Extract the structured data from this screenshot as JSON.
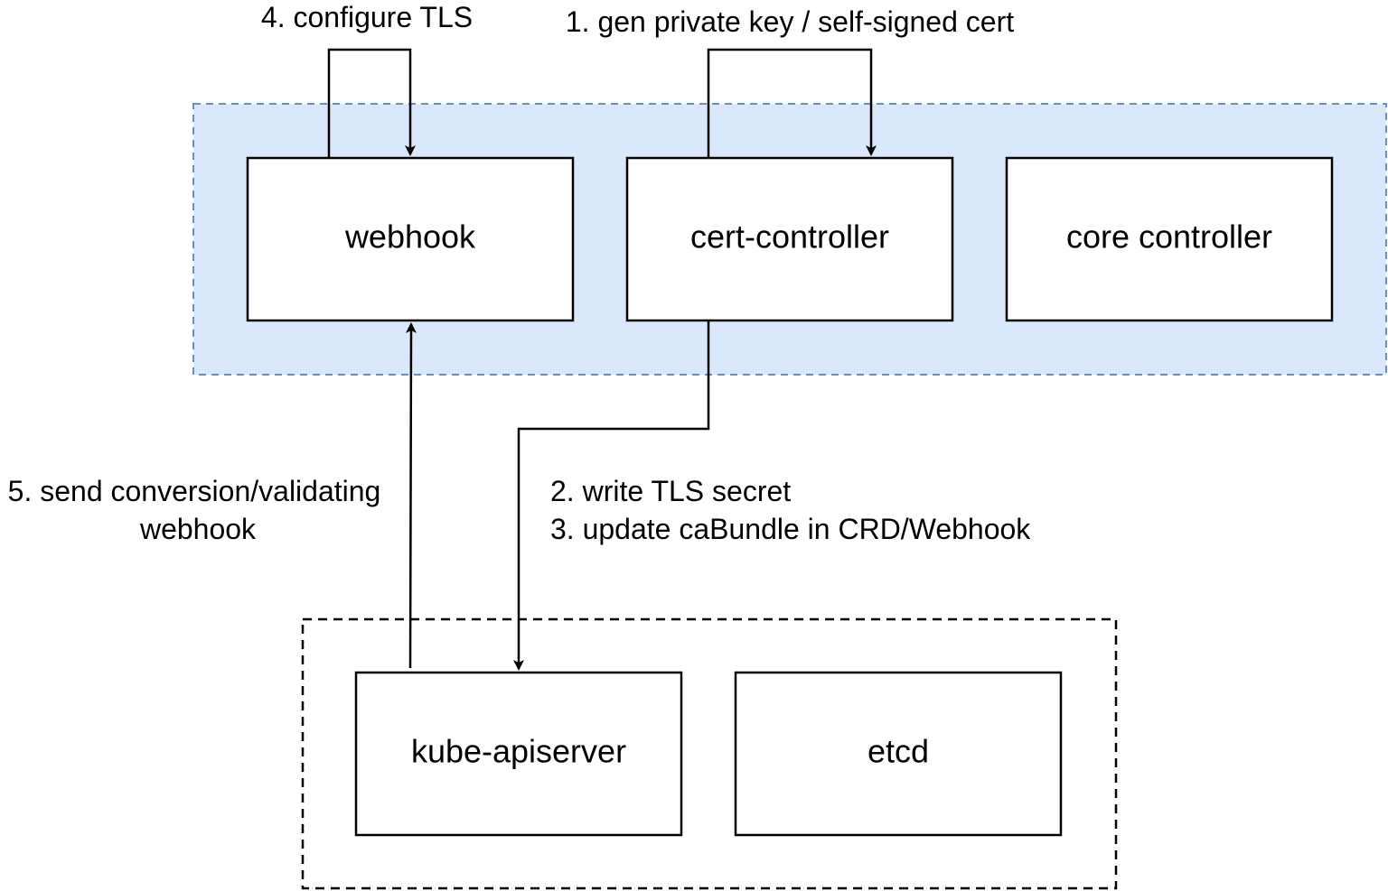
{
  "colors": {
    "group_fill": "#dae8fc",
    "group_stroke": "#6c8ebf",
    "box_fill": "#ffffff",
    "stroke": "#000000"
  },
  "groups": {
    "operator": "",
    "cluster": ""
  },
  "nodes": {
    "webhook": "webhook",
    "cert_controller": "cert-controller",
    "core_controller": "core controller",
    "kube_apiserver": "kube-apiserver",
    "etcd": "etcd"
  },
  "edges": {
    "configure_tls": "4. configure TLS",
    "gen_cert": "1. gen private key / self-signed cert",
    "write_secret": "2. write TLS secret",
    "update_cabundle": "3. update caBundle in CRD/Webhook",
    "send_webhook_line1": "5. send conversion/validating",
    "send_webhook_line2": "webhook"
  }
}
